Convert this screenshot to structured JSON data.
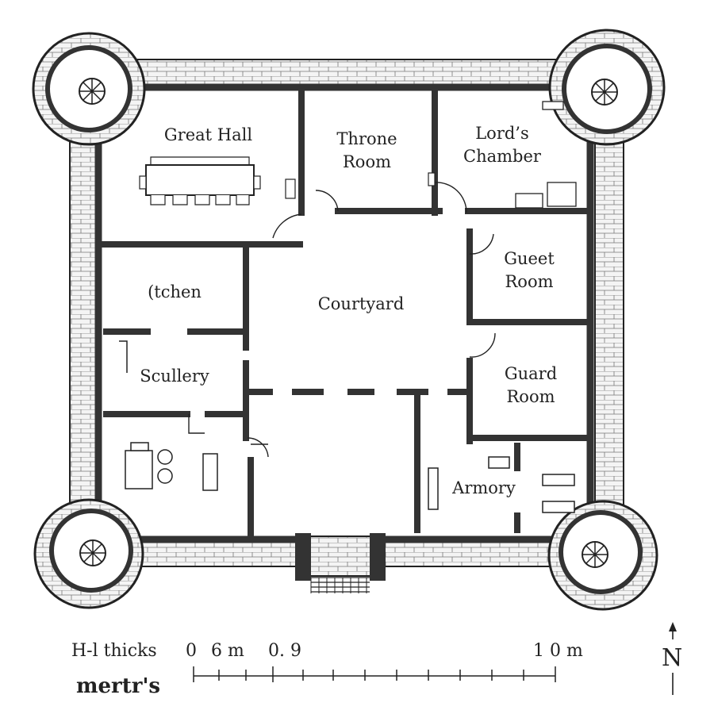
{
  "rooms": {
    "great_hall": "Great Hall",
    "throne_room": [
      "Throne",
      "Room"
    ],
    "lords_chamber": [
      "Lord’s",
      "Chamber"
    ],
    "guest_room": [
      "Gueet",
      "Room"
    ],
    "kitchen": "(tchen",
    "courtyard": "Courtyard",
    "scullery": "Scullery",
    "guard_room": [
      "Guard",
      "Room"
    ],
    "armory": "Armory"
  },
  "legend": {
    "wall_label": "H-l thicks",
    "units_label": "mertr's",
    "scale_ticks": [
      "0",
      "6 m",
      "0. 9",
      "1 0 m"
    ]
  },
  "compass": {
    "north": "N"
  },
  "colors": {
    "wall": "#3a3a3a",
    "ink": "#222222",
    "paper": "#ffffff",
    "stone": "#f2f2f2"
  }
}
